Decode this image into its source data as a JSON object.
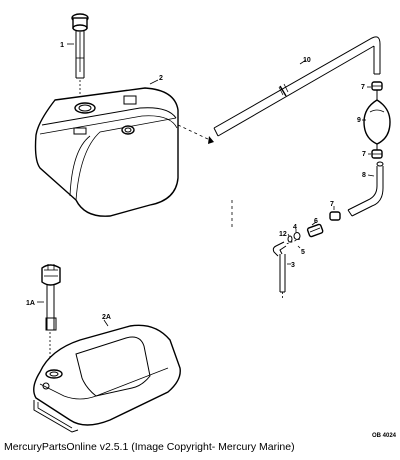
{
  "labels": {
    "p1": "1",
    "p2": "2",
    "p1a": "1A",
    "p2a": "2A",
    "p3": "3",
    "p4": "4",
    "p5": "5",
    "p6": "6",
    "p7a": "7",
    "p7b": "7",
    "p7c": "7",
    "p8": "8",
    "p9": "9",
    "p10": "10",
    "p12": "12"
  },
  "drawing_code": "OB 4024",
  "footer": "MercuryPartsOnline v2.5.1 (Image Copyright- Mercury Marine)"
}
